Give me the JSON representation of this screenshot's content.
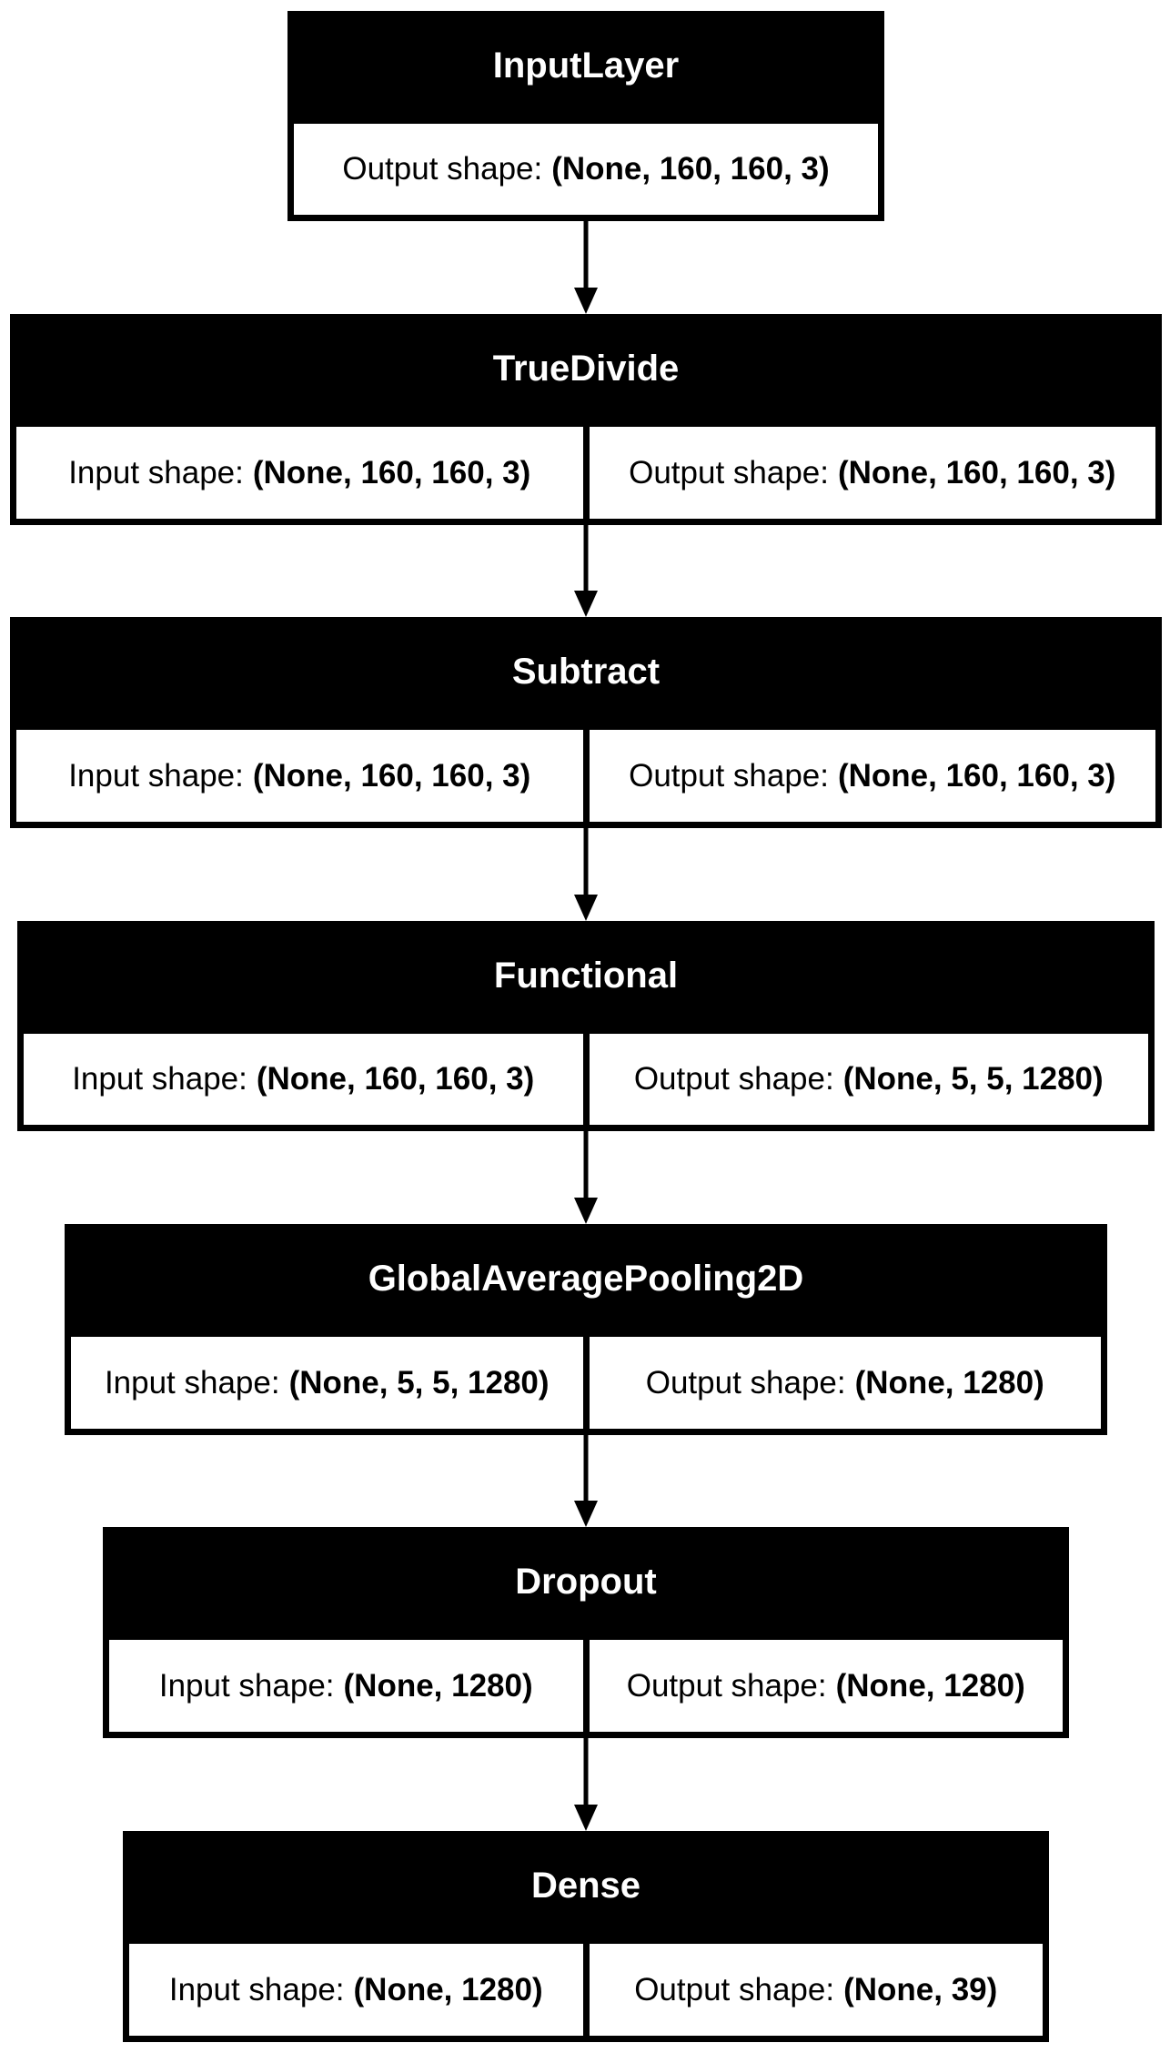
{
  "layers": [
    {
      "name": "InputLayer",
      "cells": [
        {
          "label": "Output shape:",
          "value": "(None, 160, 160, 3)"
        }
      ]
    },
    {
      "name": "TrueDivide",
      "cells": [
        {
          "label": "Input shape:",
          "value": "(None, 160, 160, 3)"
        },
        {
          "label": "Output shape:",
          "value": "(None, 160, 160, 3)"
        }
      ]
    },
    {
      "name": "Subtract",
      "cells": [
        {
          "label": "Input shape:",
          "value": "(None, 160, 160, 3)"
        },
        {
          "label": "Output shape:",
          "value": "(None, 160, 160, 3)"
        }
      ]
    },
    {
      "name": "Functional",
      "cells": [
        {
          "label": "Input shape:",
          "value": "(None, 160, 160, 3)"
        },
        {
          "label": "Output shape:",
          "value": "(None, 5, 5, 1280)"
        }
      ]
    },
    {
      "name": "GlobalAveragePooling2D",
      "cells": [
        {
          "label": "Input shape:",
          "value": "(None, 5, 5, 1280)"
        },
        {
          "label": "Output shape:",
          "value": "(None, 1280)"
        }
      ]
    },
    {
      "name": "Dropout",
      "cells": [
        {
          "label": "Input shape:",
          "value": "(None, 1280)"
        },
        {
          "label": "Output shape:",
          "value": "(None, 1280)"
        }
      ]
    },
    {
      "name": "Dense",
      "cells": [
        {
          "label": "Input shape:",
          "value": "(None, 1280)"
        },
        {
          "label": "Output shape:",
          "value": "(None, 39)"
        }
      ]
    }
  ]
}
